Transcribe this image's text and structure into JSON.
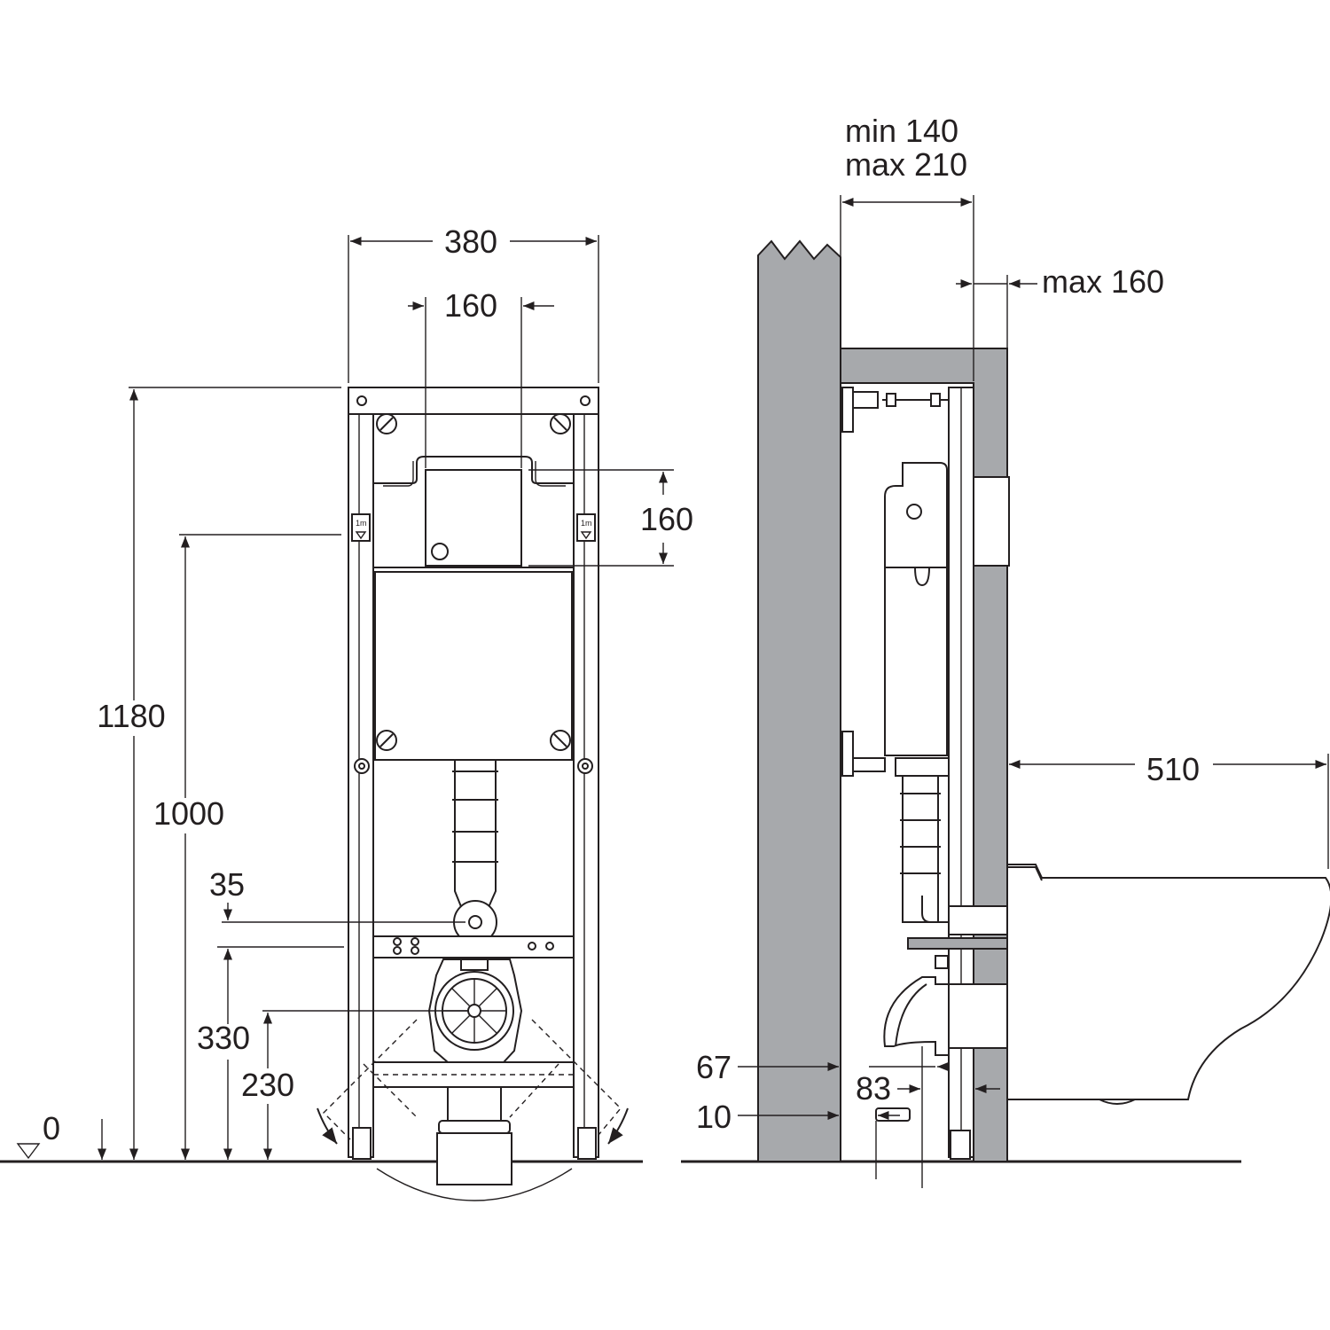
{
  "front_view": {
    "dims": {
      "width_frame": "380",
      "width_cistern": "160",
      "height_cistern_panel": "160",
      "height_total": "1180",
      "height_1m_mark": "1000",
      "offset_flush_outlet": "35",
      "height_waste_top": "330",
      "height_waste_center": "230",
      "floor_level": "0"
    },
    "level_mark_left": "1m",
    "level_mark_right": "1m"
  },
  "side_view": {
    "dims": {
      "wall_gap_min": "min 140",
      "wall_gap_max": "max 210",
      "cladding_max": "max 160",
      "pan_projection": "510",
      "offset_67": "67",
      "offset_83": "83",
      "offset_10": "10"
    }
  },
  "colors": {
    "line": "#231f20",
    "wall_fill": "#a7a9ac",
    "background": "#ffffff"
  }
}
